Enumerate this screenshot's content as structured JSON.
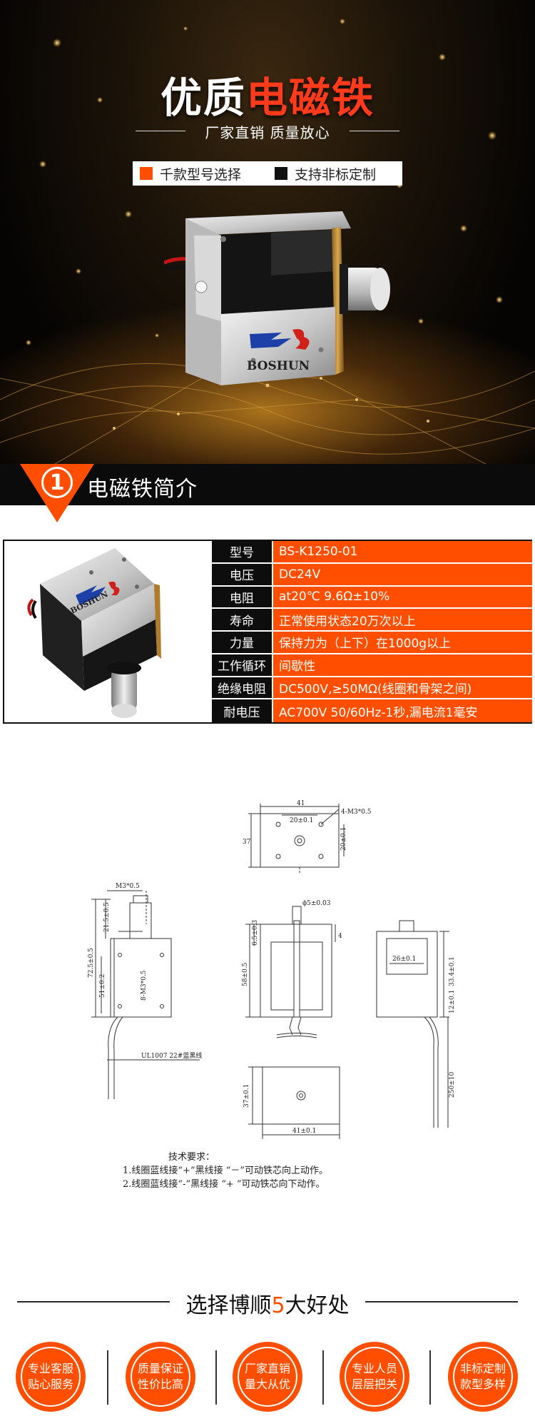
{
  "hero": {
    "title_white": "优质",
    "title_red": "电磁铁",
    "subtitle": "厂家直销 质量放心",
    "tag_left": "千款型号选择",
    "tag_right": "支持非标定制",
    "brand": "BOSHUN"
  },
  "intro": {
    "number": "1",
    "title": "电磁铁简介"
  },
  "specs": [
    {
      "key": "型号",
      "value": "BS-K1250-01"
    },
    {
      "key": "电压",
      "value": "DC24V"
    },
    {
      "key": "电阻",
      "value": "at20℃  9.6Ω±10%"
    },
    {
      "key": "寿命",
      "value": "正常使用状态20万次以上"
    },
    {
      "key": "力量",
      "value": "保持力为（上下）在1000g以上"
    },
    {
      "key": "工作循环",
      "value": "间歇性"
    },
    {
      "key": "绝缘电阻",
      "value": "DC500V,≥50MΩ(线圈和骨架之间)"
    },
    {
      "key": "耐电压",
      "value": "AC700V 50/60Hz-1秒,漏电流1毫安"
    }
  ],
  "drawing": {
    "top_width": "41",
    "top_inner": "20±0.1",
    "top_holes": "4-M3*0.5",
    "top_height": "37",
    "top_inner_h": "20±0.1",
    "m3": "M3*0.5",
    "d_shaft": "ϕ5±0.03",
    "left_h1": "21.5±0.5",
    "left_h2": "72.5±0.5",
    "left_h3": "51±0.2",
    "left_h4": "8-M3*0.5",
    "mid_h1": "6.5±0.3",
    "mid_h2": "58±0.5",
    "mid_4": "4",
    "right_w": "26±0.1",
    "right_h1": "33.4±0.1",
    "right_h2": "12±0.1",
    "right_h3": "250±10",
    "wire": "UL1007  22#蓝黑线",
    "bottom_h": "37±0.1",
    "bottom_w": "41±0.1"
  },
  "tech": {
    "title": "技术要求：",
    "line1": "1.线圈蓝线接“+”黑线接 “－”可动铁芯向上动作。",
    "line2": "2.线圈蓝线接“-”黑线接 “+ ”可动铁芯向下动作。"
  },
  "advantages": {
    "title_a": "选择博顺",
    "title_num": "5",
    "title_b": "大好处",
    "items": [
      {
        "l1": "专业客服",
        "l2": "贴心服务"
      },
      {
        "l1": "质量保证",
        "l2": "性价比高"
      },
      {
        "l1": "厂家直销",
        "l2": "量大从优"
      },
      {
        "l1": "专业人员",
        "l2": "层层把关"
      },
      {
        "l1": "非标定制",
        "l2": "款型多样"
      }
    ]
  },
  "colors": {
    "accent": "#ff4e00",
    "title_red": "#ff3b1c",
    "dark": "#0b0b0b"
  }
}
